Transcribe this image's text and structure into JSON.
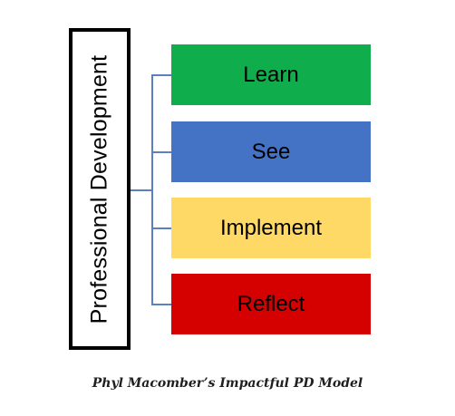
{
  "diagram": {
    "root": {
      "label": "Professional Development",
      "border_color": "#000000"
    },
    "connector_color": "#5b7fbf",
    "steps": [
      {
        "label": "Learn",
        "color": "#0fad4b"
      },
      {
        "label": "See",
        "color": "#4472c4"
      },
      {
        "label": "Implement",
        "color": "#ffd966"
      },
      {
        "label": "Reflect",
        "color": "#d50000"
      }
    ]
  },
  "caption": "Phyl Macomber’s Impactful PD Model"
}
